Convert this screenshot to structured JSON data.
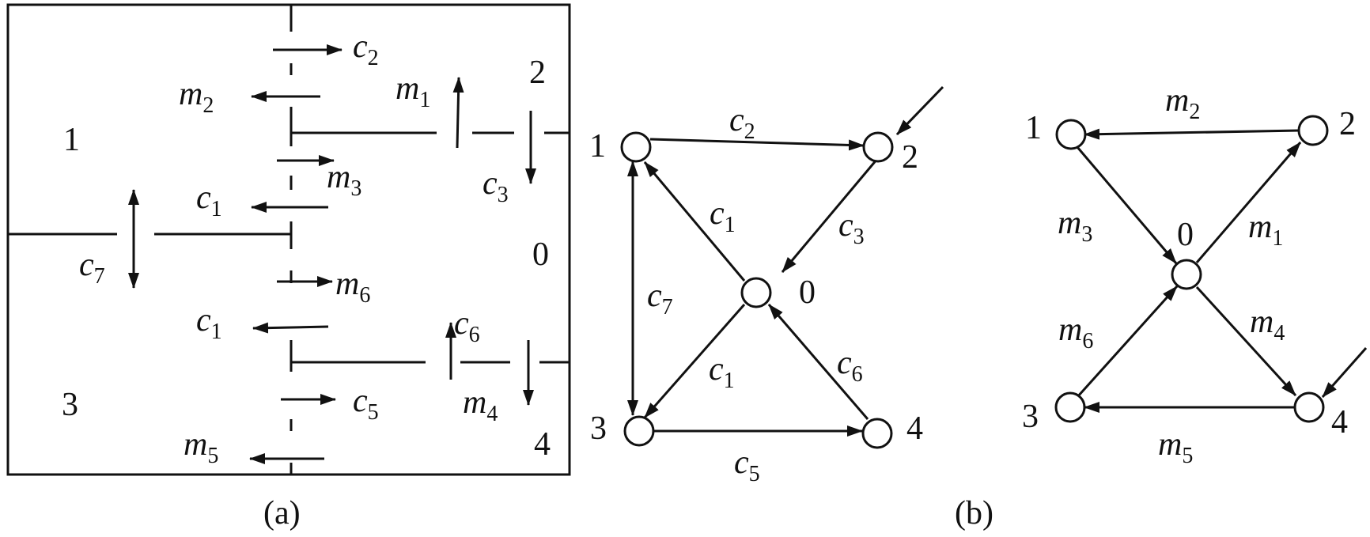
{
  "captions": {
    "a": "(a)",
    "b": "(b)"
  },
  "panel_a": {
    "rooms": {
      "r1": "1",
      "r2": "2",
      "r0": "0",
      "r3": "3",
      "r4": "4"
    },
    "labels": {
      "c2": {
        "main": "c",
        "sub": "2"
      },
      "m2": {
        "main": "m",
        "sub": "2"
      },
      "m1": {
        "main": "m",
        "sub": "1"
      },
      "c3": {
        "main": "c",
        "sub": "3"
      },
      "m3": {
        "main": "m",
        "sub": "3"
      },
      "c1a": {
        "main": "c",
        "sub": "1"
      },
      "c7": {
        "main": "c",
        "sub": "7"
      },
      "m6": {
        "main": "m",
        "sub": "6"
      },
      "c1b": {
        "main": "c",
        "sub": "1"
      },
      "c6": {
        "main": "c",
        "sub": "6"
      },
      "c5": {
        "main": "c",
        "sub": "5"
      },
      "m4": {
        "main": "m",
        "sub": "4"
      },
      "m5": {
        "main": "m",
        "sub": "5"
      }
    }
  },
  "graph_c": {
    "nodes": {
      "n1": "1",
      "n2": "2",
      "n0": "0",
      "n3": "3",
      "n4": "4"
    },
    "edges": {
      "c2": {
        "main": "c",
        "sub": "2"
      },
      "c1a": {
        "main": "c",
        "sub": "1"
      },
      "c3": {
        "main": "c",
        "sub": "3"
      },
      "c7": {
        "main": "c",
        "sub": "7"
      },
      "c1b": {
        "main": "c",
        "sub": "1"
      },
      "c6": {
        "main": "c",
        "sub": "6"
      },
      "c5": {
        "main": "c",
        "sub": "5"
      }
    }
  },
  "graph_m": {
    "nodes": {
      "n1": "1",
      "n2": "2",
      "n0": "0",
      "n3": "3",
      "n4": "4"
    },
    "edges": {
      "m2": {
        "main": "m",
        "sub": "2"
      },
      "m3": {
        "main": "m",
        "sub": "3"
      },
      "m1": {
        "main": "m",
        "sub": "1"
      },
      "m6": {
        "main": "m",
        "sub": "6"
      },
      "m4": {
        "main": "m",
        "sub": "4"
      },
      "m5": {
        "main": "m",
        "sub": "5"
      }
    }
  }
}
